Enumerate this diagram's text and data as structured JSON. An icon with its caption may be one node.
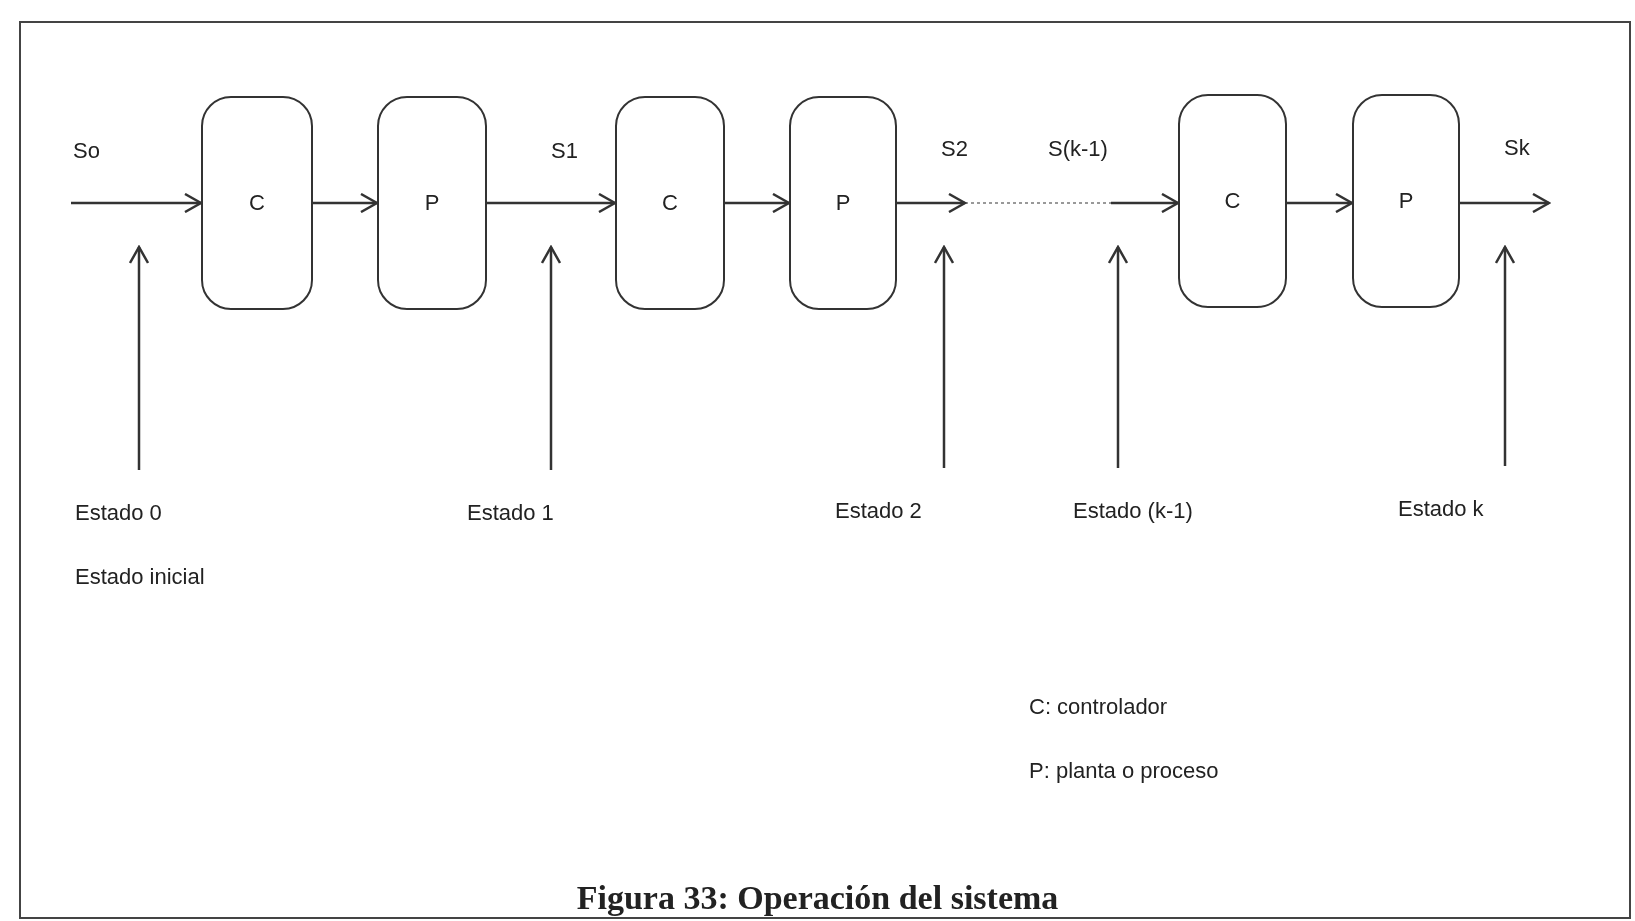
{
  "diagram": {
    "caption": "Figura 33: Operación del sistema",
    "nodes": [
      {
        "text": [
          "C"
        ]
      },
      {
        "text": [
          "P"
        ]
      },
      {
        "text": [
          "C"
        ]
      },
      {
        "text": [
          "P"
        ]
      },
      {
        "text": [
          "C"
        ]
      },
      {
        "text": [
          "P"
        ]
      },
      {
        "text": [
          "Estado 0",
          "Estado inicial"
        ]
      },
      {
        "text": [
          "Estado 1"
        ]
      },
      {
        "text": [
          "Estado 2"
        ]
      },
      {
        "text": [
          "Estado (k-1)"
        ]
      },
      {
        "text": [
          "Estado k"
        ]
      }
    ],
    "edges": [
      {
        "from": null,
        "to": 0,
        "arrow": "to",
        "label": "So"
      },
      {
        "from": 0,
        "to": 1,
        "arrow": "to"
      },
      {
        "from": 1,
        "to": 2,
        "arrow": "to",
        "label": "S1"
      },
      {
        "from": 2,
        "to": 3,
        "arrow": "to"
      },
      {
        "from": 3,
        "to": null,
        "arrow": "to",
        "label": "S2"
      },
      {
        "from": null,
        "to": 4,
        "arrow": "to",
        "label": "S(k-1)"
      },
      {
        "from": 4,
        "to": 5,
        "arrow": "to"
      },
      {
        "from": 5,
        "to": null,
        "arrow": "to",
        "label": "Sk"
      },
      {
        "from": 6,
        "to": null,
        "arrow": "to"
      },
      {
        "from": 7,
        "to": null,
        "arrow": "to"
      },
      {
        "from": 8,
        "to": null,
        "arrow": "to"
      },
      {
        "from": 9,
        "to": null,
        "arrow": "to"
      },
      {
        "from": 10,
        "to": null,
        "arrow": "to"
      }
    ],
    "labels": [
      "C: controlador",
      "P: planta o proceso"
    ]
  }
}
